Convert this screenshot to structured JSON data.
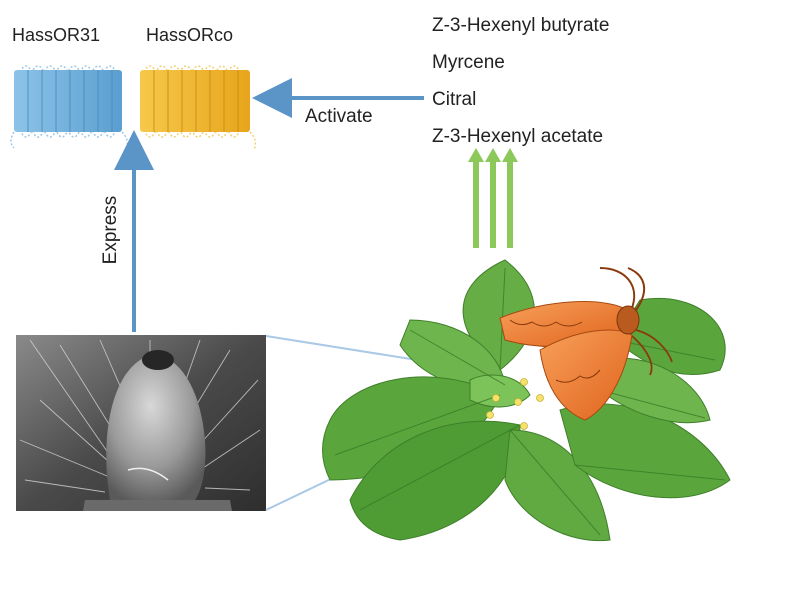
{
  "receptors": [
    {
      "name": "HassOR31",
      "color": "#6fb2de"
    },
    {
      "name": "HassORco",
      "color": "#f0b62e"
    }
  ],
  "odorants": [
    "Z-3-Hexenyl butyrate",
    "Myrcene",
    "Citral",
    "Z-3-Hexenyl acetate"
  ],
  "activate_label": "Activate",
  "express_label": "Express",
  "colors": {
    "arrow_blue": "#5b95c8",
    "arrow_green": "#8cc95a",
    "leaf": "#5aa63c",
    "leaf_dark": "#3f7f2a",
    "moth": "#f07a2a",
    "sensillum_bg": "#5c5c5c"
  },
  "images": {
    "micrograph": "sem-antenna-sensillum-micrograph",
    "plant": "plant-with-moth-illustration"
  }
}
